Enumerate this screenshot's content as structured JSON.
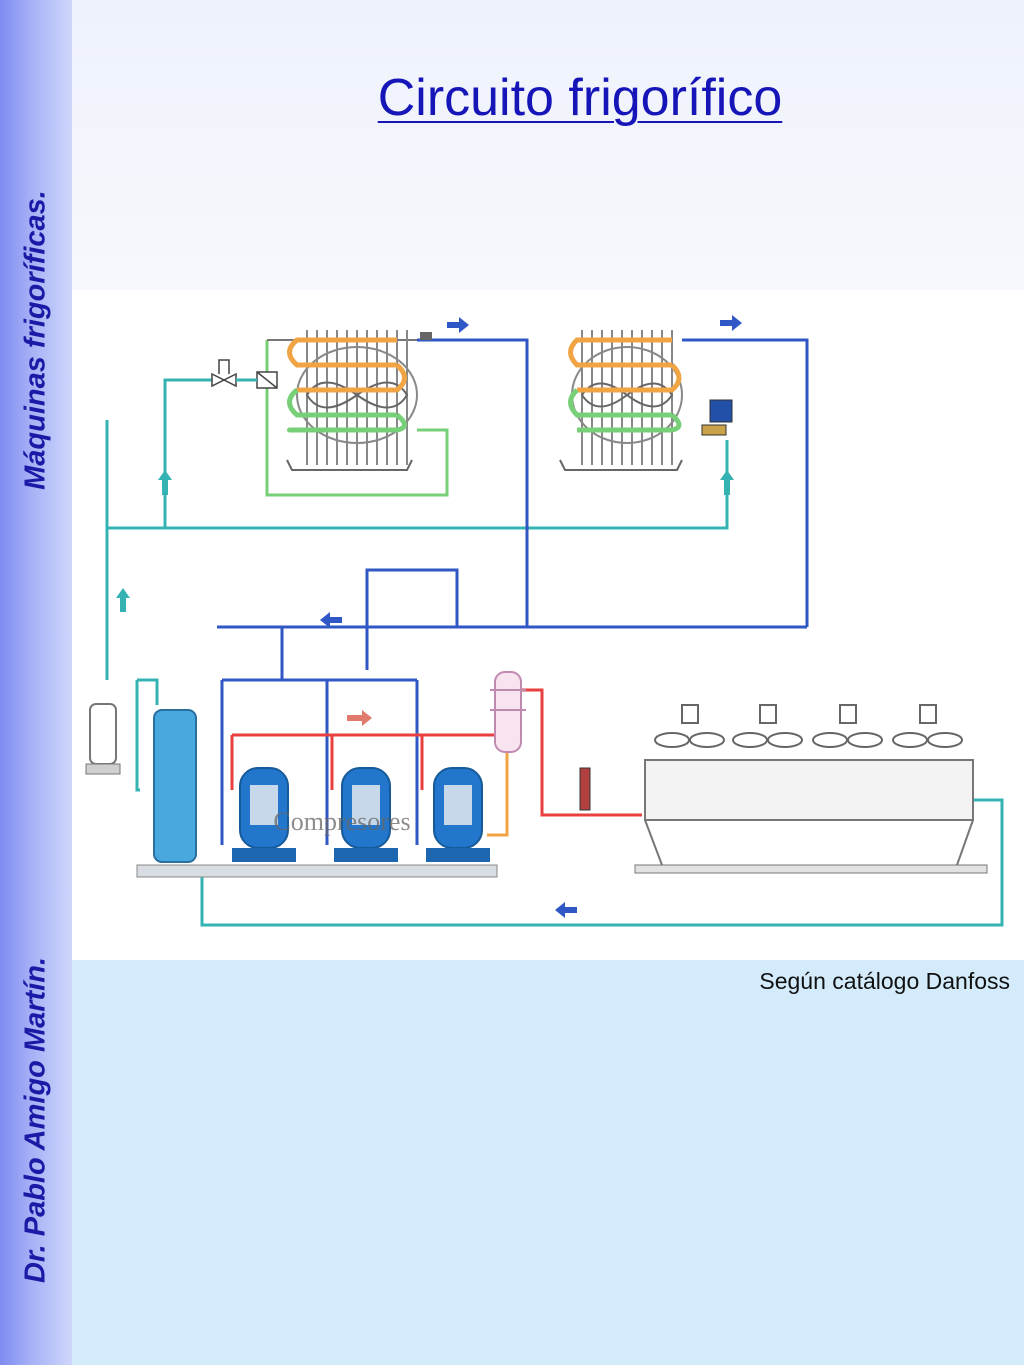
{
  "sidebar": {
    "top_text": "Máquinas frigoríficas.",
    "bottom_text": "Dr. Pablo Amigo Martín."
  },
  "header": {
    "title": "Circuito frigorífico"
  },
  "diagram": {
    "compressor_label": "Compresores",
    "colors": {
      "suction_line": "#2f57c6",
      "liquid_line": "#35b3b3",
      "discharge_line": "#e83f3f",
      "coil_orange": "#f0a444",
      "coil_green": "#77cf77",
      "compressor": "#2277cc",
      "receiver": "#49a8dd"
    }
  },
  "footer": {
    "source_text": "Según catálogo Danfoss"
  }
}
